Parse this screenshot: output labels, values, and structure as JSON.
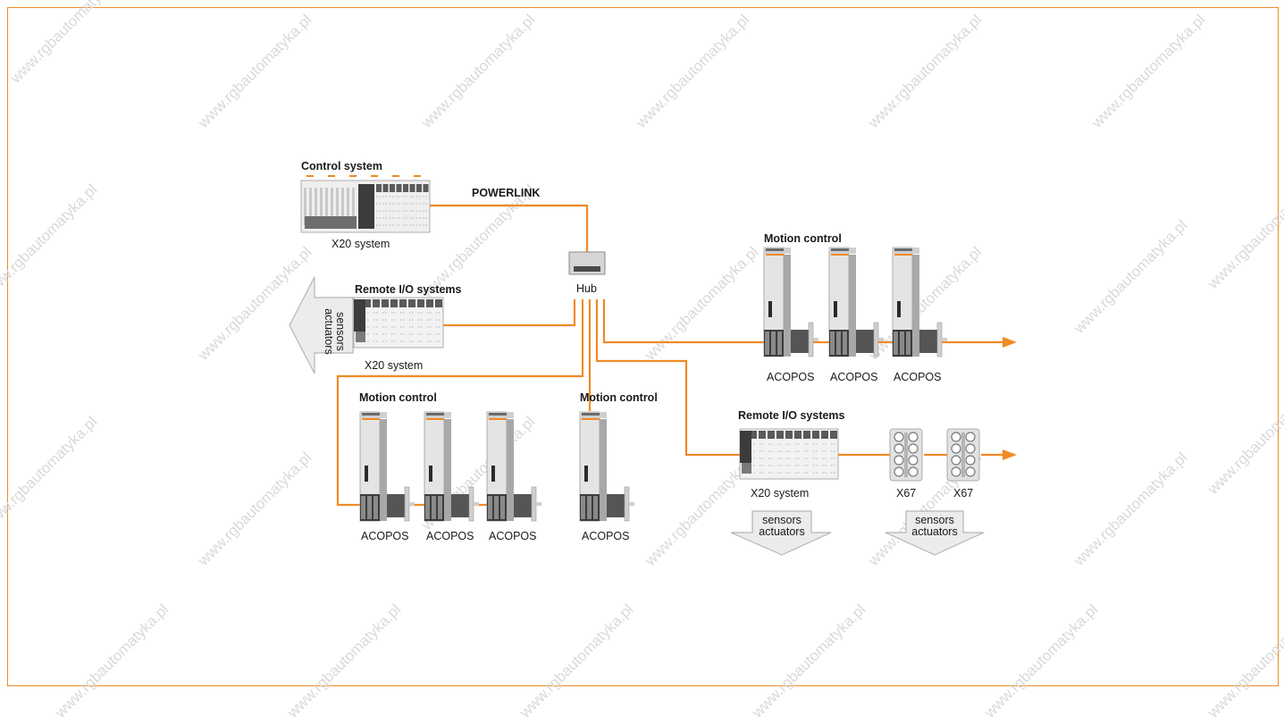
{
  "watermark": "www.rgbautomatyka.pl",
  "colors": {
    "link": "#f08a24",
    "device_dark": "#5a5a5a",
    "device_light": "#d8d8d8",
    "arrow_fill": "#e6e6e6"
  },
  "labels": {
    "control_system": "Control system",
    "powerlink": "POWERLINK",
    "x20_system_top": "X20 system",
    "hub": "Hub",
    "remote_io_left": "Remote I/O systems",
    "x20_system_left": "X20 system",
    "sensors_left": "sensors",
    "actuators_left": "actuators",
    "motion_control_right": "Motion control",
    "acopos_r1": "ACOPOS",
    "acopos_r2": "ACOPOS",
    "acopos_r3": "ACOPOS",
    "motion_control_bl": "Motion control",
    "motion_control_bm": "Motion control",
    "acopos_b1": "ACOPOS",
    "acopos_b2": "ACOPOS",
    "acopos_b3": "ACOPOS",
    "acopos_b4": "ACOPOS",
    "remote_io_br": "Remote I/O systems",
    "x20_system_br": "X20 system",
    "x67_1": "X67",
    "x67_2": "X67",
    "sensors_b1": "sensors",
    "actuators_b1": "actuators",
    "sensors_b2": "sensors",
    "actuators_b2": "actuators"
  }
}
